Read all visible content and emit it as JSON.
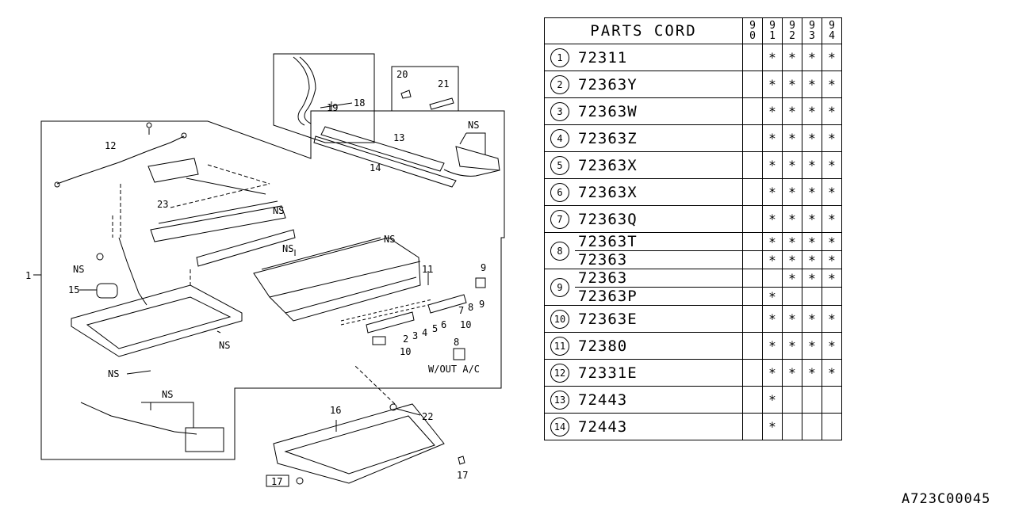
{
  "diagram": {
    "callouts": [
      "1",
      "2",
      "3",
      "4",
      "5",
      "6",
      "7",
      "8",
      "9",
      "10",
      "11",
      "12",
      "13",
      "14",
      "15",
      "16",
      "17",
      "18",
      "19",
      "20",
      "21",
      "22",
      "23",
      "NS"
    ],
    "callout_12": "12",
    "callout_23": "23",
    "callout_1": "1",
    "callout_15": "15",
    "callout_18": "18",
    "callout_19": "19",
    "callout_20": "20",
    "callout_21": "21",
    "callout_13": "13",
    "callout_14": "14",
    "callout_11": "11",
    "callout_9a": "9",
    "callout_9b": "9",
    "callout_7": "7",
    "callout_8": "8",
    "callout_10a": "10",
    "callout_10b": "10",
    "callout_6": "6",
    "callout_5": "5",
    "callout_4": "4",
    "callout_3": "3",
    "callout_2": "2",
    "callout_22": "22",
    "callout_16": "16",
    "callout_17a": "17",
    "callout_17b": "17",
    "ns_label": "NS",
    "wout_ac": "W/OUT A/C"
  },
  "table": {
    "header": "PARTS CORD",
    "years": [
      [
        "9",
        "0"
      ],
      [
        "9",
        "1"
      ],
      [
        "9",
        "2"
      ],
      [
        "9",
        "3"
      ],
      [
        "9",
        "4"
      ]
    ],
    "rows": [
      {
        "ref": "1",
        "entries": [
          {
            "code": "72311",
            "marks": [
              "",
              "*",
              "*",
              "*",
              "*"
            ]
          }
        ]
      },
      {
        "ref": "2",
        "entries": [
          {
            "code": "72363Y",
            "marks": [
              "",
              "*",
              "*",
              "*",
              "*"
            ]
          }
        ]
      },
      {
        "ref": "3",
        "entries": [
          {
            "code": "72363W",
            "marks": [
              "",
              "*",
              "*",
              "*",
              "*"
            ]
          }
        ]
      },
      {
        "ref": "4",
        "entries": [
          {
            "code": "72363Z",
            "marks": [
              "",
              "*",
              "*",
              "*",
              "*"
            ]
          }
        ]
      },
      {
        "ref": "5",
        "entries": [
          {
            "code": "72363X",
            "marks": [
              "",
              "*",
              "*",
              "*",
              "*"
            ]
          }
        ]
      },
      {
        "ref": "6",
        "entries": [
          {
            "code": "72363X",
            "marks": [
              "",
              "*",
              "*",
              "*",
              "*"
            ]
          }
        ]
      },
      {
        "ref": "7",
        "entries": [
          {
            "code": "72363Q",
            "marks": [
              "",
              "*",
              "*",
              "*",
              "*"
            ]
          }
        ]
      },
      {
        "ref": "8",
        "entries": [
          {
            "code": "72363T",
            "marks": [
              "",
              "*",
              "*",
              "*",
              "*"
            ]
          },
          {
            "code": "72363",
            "marks": [
              "",
              "*",
              "*",
              "*",
              "*"
            ]
          }
        ]
      },
      {
        "ref": "9",
        "entries": [
          {
            "code": "72363",
            "marks": [
              "",
              "",
              "*",
              "*",
              "*"
            ]
          },
          {
            "code": "72363P",
            "marks": [
              "",
              "*",
              "",
              "",
              ""
            ]
          }
        ]
      },
      {
        "ref": "10",
        "entries": [
          {
            "code": "72363E",
            "marks": [
              "",
              "*",
              "*",
              "*",
              "*"
            ]
          }
        ]
      },
      {
        "ref": "11",
        "entries": [
          {
            "code": "72380",
            "marks": [
              "",
              "*",
              "*",
              "*",
              "*"
            ]
          }
        ]
      },
      {
        "ref": "12",
        "entries": [
          {
            "code": "72331E",
            "marks": [
              "",
              "*",
              "*",
              "*",
              "*"
            ]
          }
        ]
      },
      {
        "ref": "13",
        "entries": [
          {
            "code": "72443",
            "marks": [
              "",
              "*",
              "",
              "",
              ""
            ]
          }
        ]
      },
      {
        "ref": "14",
        "entries": [
          {
            "code": "72443",
            "marks": [
              "",
              "*",
              "",
              "",
              ""
            ]
          }
        ]
      }
    ]
  },
  "catalog_id": "A723C00045"
}
